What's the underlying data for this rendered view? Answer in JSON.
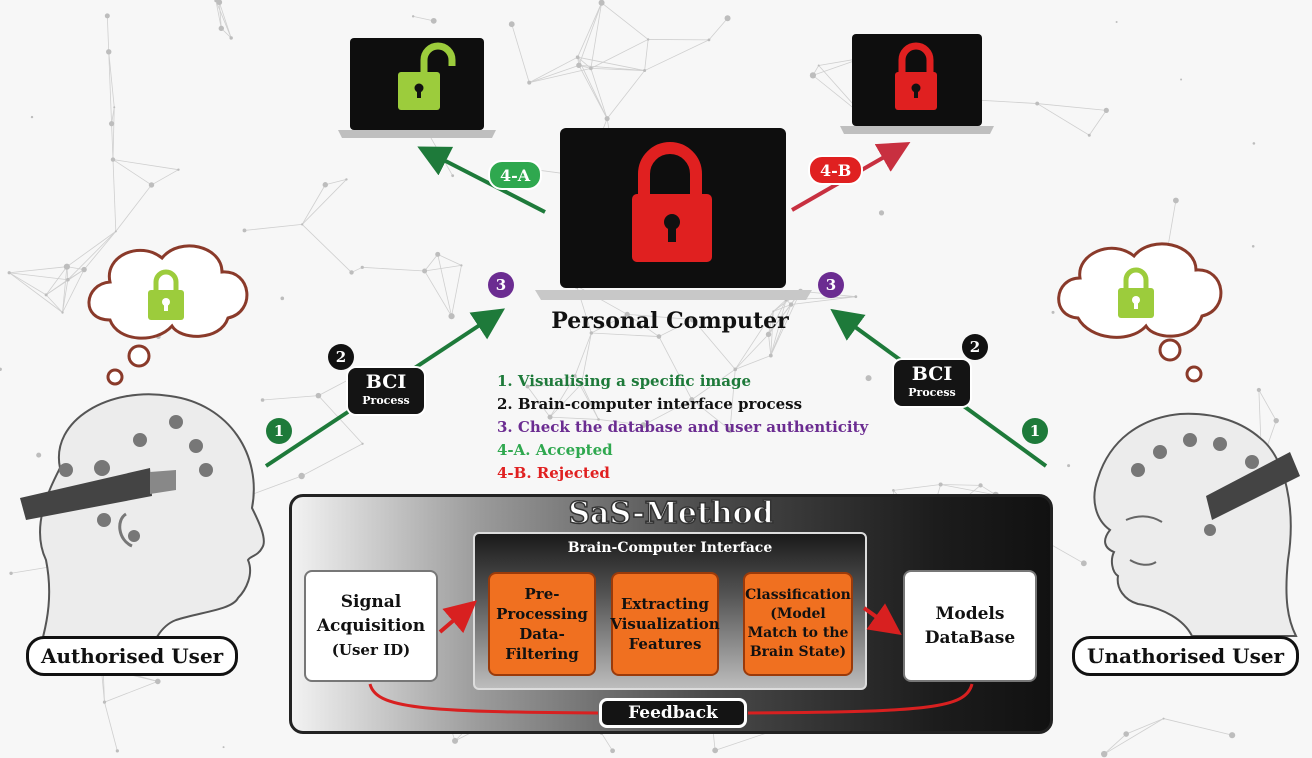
{
  "top_left_step": "4-A",
  "top_right_step": "4-B",
  "personal_computer": "Personal Computer",
  "step3_left": "3",
  "step3_right": "3",
  "step2_left": "2",
  "step2_right": "2",
  "step1_left": "1",
  "step1_right": "1",
  "bci_left": {
    "title": "BCI",
    "sub": "Process"
  },
  "bci_right": {
    "title": "BCI",
    "sub": "Process"
  },
  "legend": [
    {
      "text": "1. Visualising a specific image",
      "color": "#1e7a3a"
    },
    {
      "text": "2. Brain-computer interface process",
      "color": "#111111"
    },
    {
      "text": "3. Check the database and user authenticity",
      "color": "#6b2c91"
    },
    {
      "text": "4-A. Accepted",
      "color": "#2fa84f"
    },
    {
      "text": "4-B. Rejected",
      "color": "#e02020"
    }
  ],
  "authorised_user": "Authorised User",
  "unauthorised_user": "Unathorised User",
  "sas": {
    "title": "SaS-Method",
    "bci_title": "Brain-Computer Interface",
    "signal_line1": "Signal",
    "signal_line2": "Acquisition",
    "signal_line3": "(User ID)",
    "pre_processing": "Pre-Processing Data-Filtering",
    "extracting": "Extracting Visualization Features",
    "classification": "Classification (Model Match to the Brain State)",
    "models_line1": "Models",
    "models_line2": "DataBase",
    "feedback": "Feedback"
  },
  "colors": {
    "green": "#1e7a3a",
    "red": "#e02020",
    "purple": "#6b2c91",
    "orange": "#f07020",
    "lime": "#9ccc3c"
  }
}
